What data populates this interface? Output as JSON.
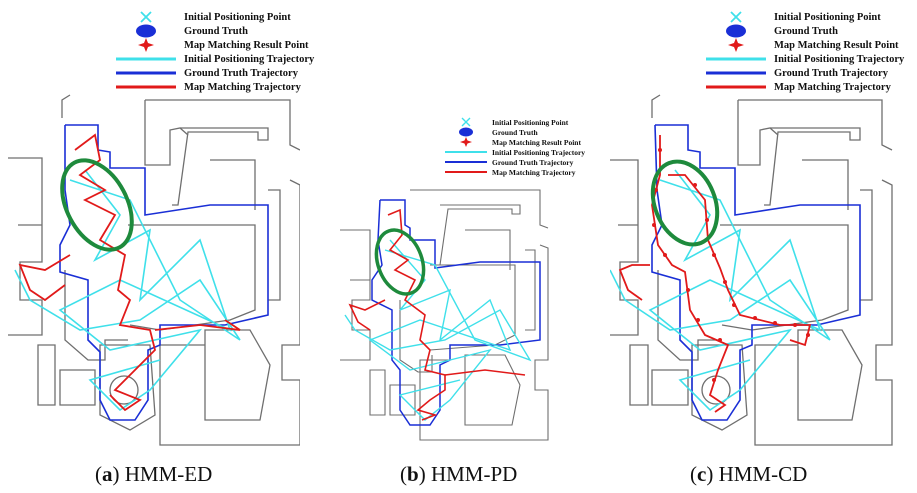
{
  "colors": {
    "initial": "#3fe0ea",
    "ground_truth": "#1a2fd6",
    "map_matching": "#e11a1a",
    "highlight": "#1e8a3c",
    "walls": "#6f6f6f"
  },
  "legend": [
    {
      "icon": "cross-icon",
      "text": "Initial Positioning Point"
    },
    {
      "icon": "ellipse-icon",
      "text": "Ground Truth"
    },
    {
      "icon": "star-icon",
      "text": "Map Matching Result Point"
    },
    {
      "icon": "cyan-line-icon",
      "text": "Initial Positioning Trajectory"
    },
    {
      "icon": "blue-line-icon",
      "text": "Ground Truth Trajectory"
    },
    {
      "icon": "red-line-icon",
      "text": "Map Matching Trajectory"
    }
  ],
  "panels": [
    {
      "label": "a",
      "caption": "HMM-ED"
    },
    {
      "label": "b",
      "caption": "HMM-PD"
    },
    {
      "label": "c",
      "caption": "HMM-CD"
    }
  ]
}
